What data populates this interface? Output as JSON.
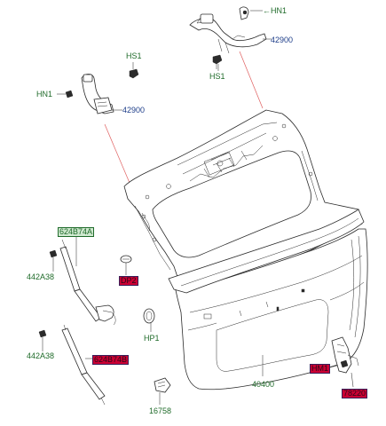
{
  "callouts": {
    "hn1_top": "HN1",
    "part_42900_top": "42900",
    "hs1_top": "HS1",
    "hs1_left": "HS1",
    "hn1_left": "HN1",
    "part_42900_left": "42900",
    "strut_upper": "624B74A",
    "clip_upper": "442A38",
    "plug_dp2": "DP2",
    "plug_hp1": "HP1",
    "clip_lower": "442A38",
    "strut_lower": "624B74B",
    "tailgate_40400": "40400",
    "latch_16758": "16758",
    "bracket_hm1": "HM1",
    "bracket_78220": "78220"
  },
  "colors": {
    "green_text": "#1f6b2a",
    "blue_text": "#1f3f8a",
    "highlight_red": "#cc0033",
    "leader_red": "#e06060"
  },
  "icons": [
    "arrow-left-icon"
  ]
}
